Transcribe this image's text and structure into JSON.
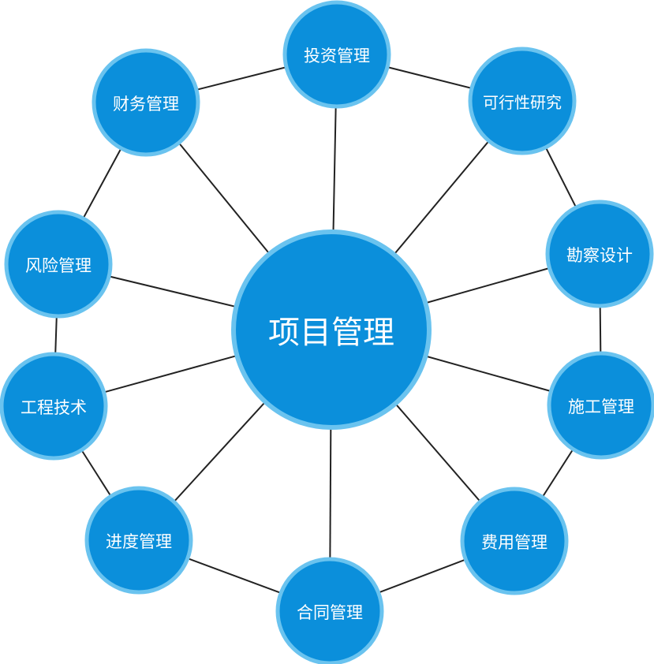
{
  "center": {
    "label": "项目管理"
  },
  "nodes": [
    {
      "label": "投资管理"
    },
    {
      "label": "可行性研究"
    },
    {
      "label": "勘察设计"
    },
    {
      "label": "施工管理"
    },
    {
      "label": "费用管理"
    },
    {
      "label": "合同管理"
    },
    {
      "label": "进度管理"
    },
    {
      "label": "工程技术"
    },
    {
      "label": "风险管理"
    },
    {
      "label": "财务管理"
    }
  ],
  "colors": {
    "fill": "#0b8fdb",
    "border": "#6ac3ef",
    "line": "#222222",
    "text": "#ffffff"
  }
}
